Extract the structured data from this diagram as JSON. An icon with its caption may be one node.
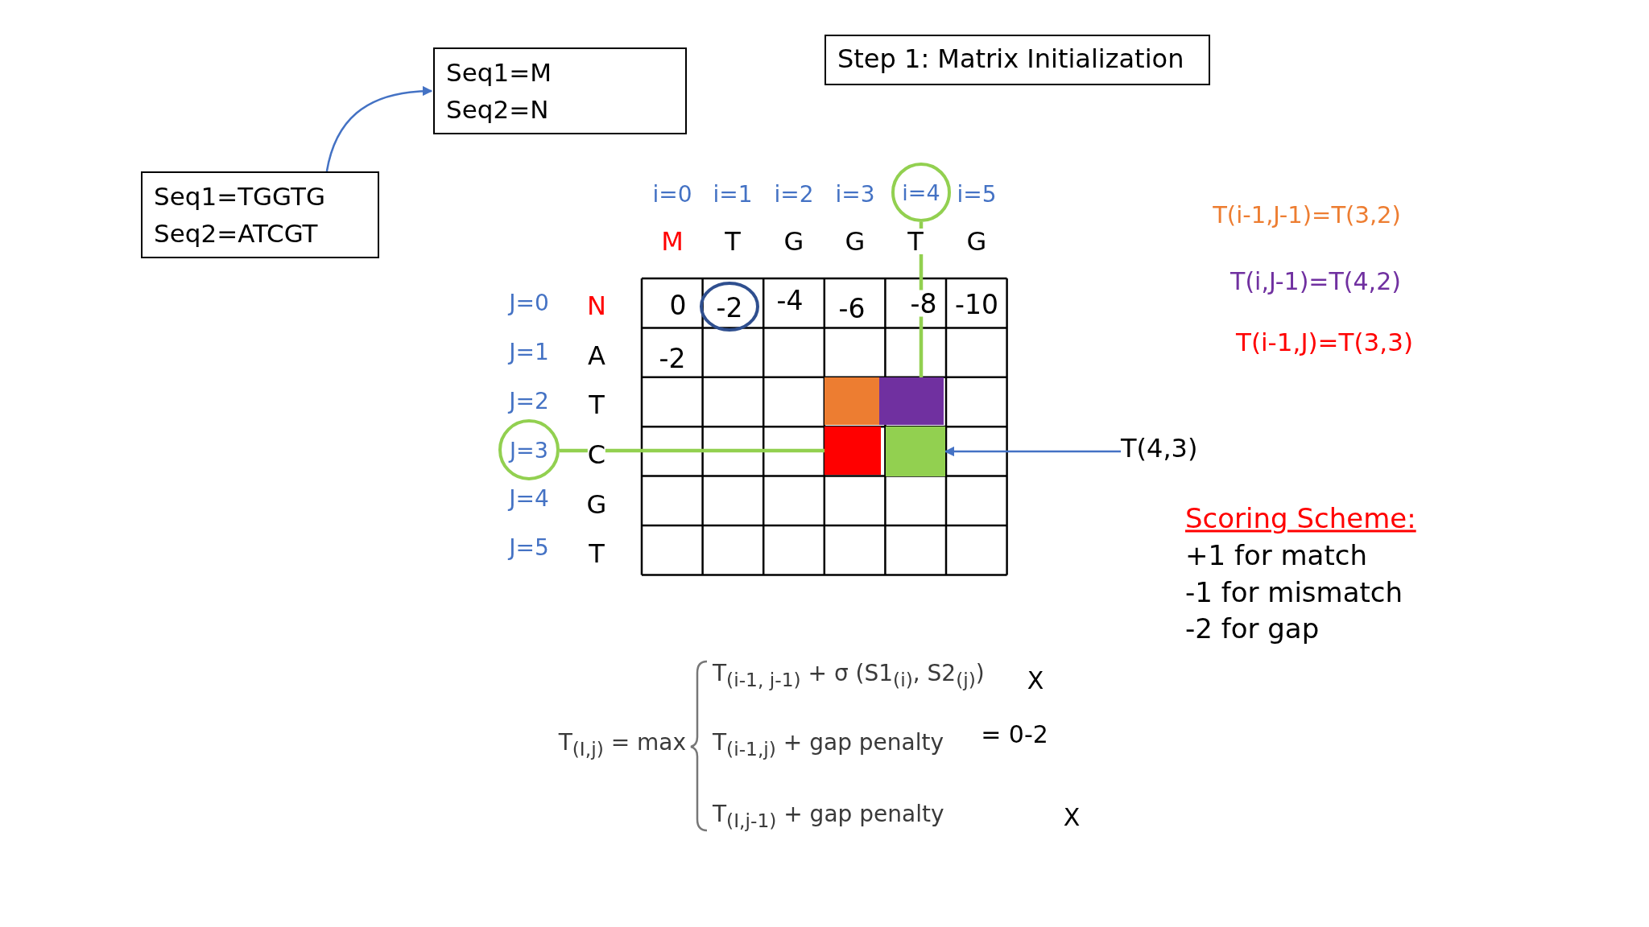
{
  "diagram": {
    "title": "Step 1: Matrix Initialization",
    "nodes": [
      {
        "text": [
          "Seq1=M",
          "Seq2=N"
        ]
      },
      {
        "text": [
          "Seq1=TGGTG",
          "Seq2=ATCGT"
        ]
      },
      {
        "text": [
          "i=4"
        ]
      },
      {
        "text": [
          "J=3"
        ]
      },
      {
        "text": [],
        "shape": "box"
      },
      {
        "text": [],
        "shape": "box"
      },
      {
        "text": [],
        "shape": "box"
      },
      {
        "text": [],
        "shape": "box"
      },
      {
        "text": [
          "T(4,3)"
        ]
      }
    ],
    "edges": [
      {
        "from": 1,
        "to": 0,
        "arrow": "to"
      },
      {
        "from": 2,
        "to": 5,
        "arrow": "none",
        "color": "#92d050"
      },
      {
        "from": 3,
        "to": 6,
        "arrow": "none",
        "color": "#92d050"
      },
      {
        "from": 8,
        "to": 7,
        "arrow": "to"
      }
    ],
    "labels": [
      "i=0",
      "i=1",
      "i=2",
      "i=3",
      "i=5",
      "M",
      "T",
      "G",
      "G",
      "T",
      "G",
      "T(i-1,J-1)=T(3,2)",
      "T(i,J-1)=T(4,2)",
      "J=0",
      "N",
      "0",
      "-2",
      "-4",
      "-6",
      "-8",
      "-10",
      "T(i-1,J)=T(3,3)",
      "J=1",
      "A",
      "-2",
      "J=2",
      "T",
      "C",
      "J=4",
      "G",
      "J=5",
      "T",
      "Scoring Scheme:",
      "+1 for match",
      "-1 for mismatch",
      "-2 for gap",
      "T$_{(i-1, j-1)}$ + σ (S1$_{(i)}$, S2$_{(j)}$)",
      "X",
      "T$_{(I,j)}$ = max",
      "T$_{(i-1,j)}$ + gap penalty",
      "= 0-2",
      "T$_{(I,j-1)}$ + gap penalty",
      "X"
    ]
  }
}
